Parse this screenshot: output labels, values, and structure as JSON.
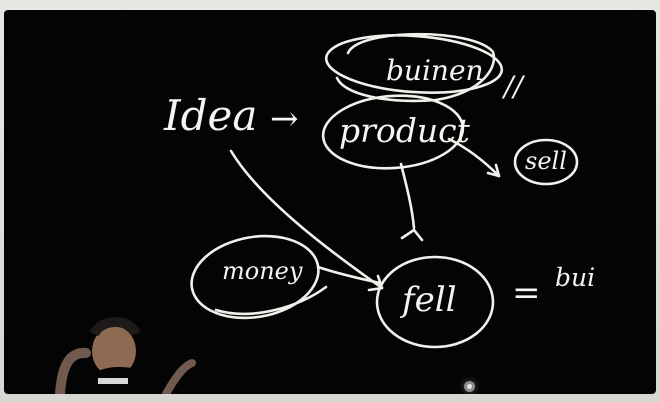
{
  "diagram": {
    "labels": {
      "business": "buinen",
      "idea": "Idea",
      "product": "product",
      "sell": "sell",
      "money": "money",
      "fell": "fell",
      "bui_suffix": "bui"
    },
    "symbols": {
      "arrow_idea": "→",
      "parallel_mark": "//",
      "equals": "="
    },
    "colors": {
      "board": "#040404",
      "chalk": "#f1f1ec",
      "frame": "#d8d8d6"
    }
  }
}
